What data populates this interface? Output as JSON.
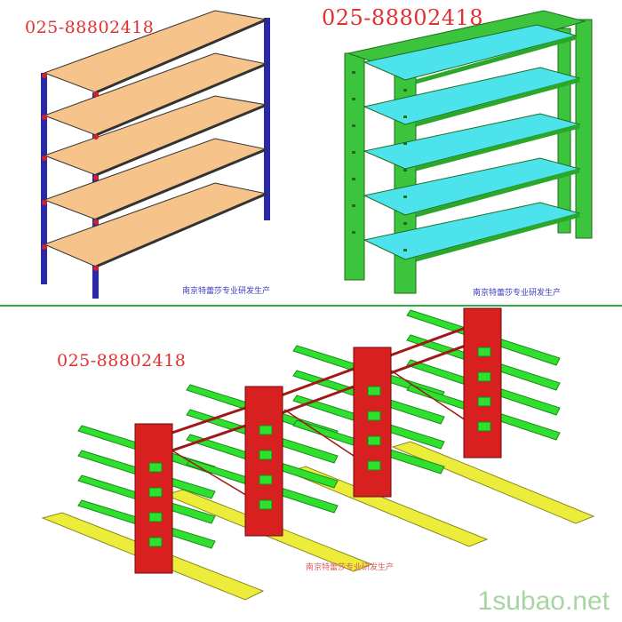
{
  "panels": [
    {
      "phone": "025-88802418",
      "caption": "南京特蕾莎专业研发生产"
    },
    {
      "phone": "025-88802418",
      "caption": "南京特蕾莎专业研发生产"
    },
    {
      "phone": "025-88802418",
      "caption": "南京特蕾莎专业研发生产"
    }
  ],
  "watermark": "1subao.net",
  "colors": {
    "shelf_orange": "#f6c48a",
    "upright_blue": "#2a2aa8",
    "shelf_cyan": "#4de3ec",
    "upright_green": "#3cc43c",
    "cantilever_red": "#d82020",
    "arm_green": "#2fe02f",
    "base_yellow": "#ecec3a"
  }
}
